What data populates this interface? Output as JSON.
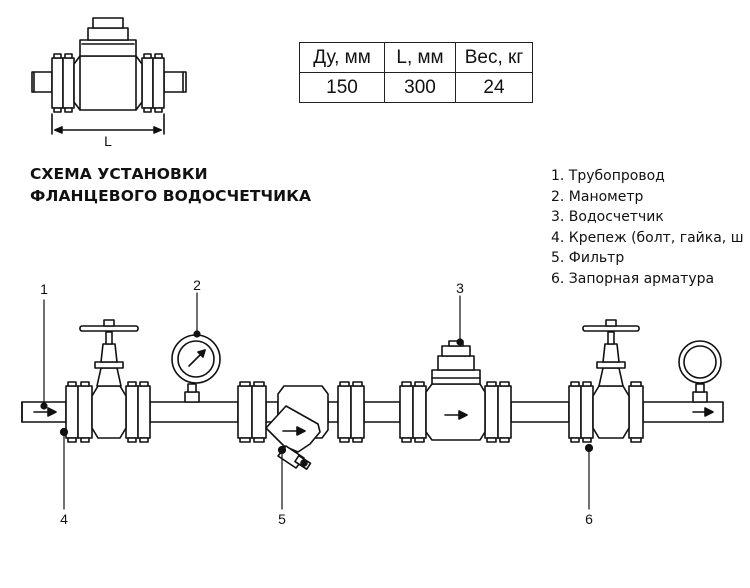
{
  "spec_table": {
    "headers": [
      "Ду, мм",
      "L, мм",
      "Вес, кг"
    ],
    "row": [
      "150",
      "300",
      "24"
    ]
  },
  "top_drawing": {
    "dimension_label": "L"
  },
  "title": {
    "line1": "СХЕМА УСТАНОВКИ",
    "line2": "ФЛАНЦЕВОГО ВОДОСЧЕТЧИКА"
  },
  "legend": [
    "1. Трубопровод",
    "2. Манометр",
    "3. Водосчетчик",
    "4. Крепеж (болт, гайка, ш",
    "5. Фильтр",
    "6. Запорная арматура"
  ],
  "callouts": [
    "1",
    "2",
    "3",
    "4",
    "5",
    "6"
  ]
}
